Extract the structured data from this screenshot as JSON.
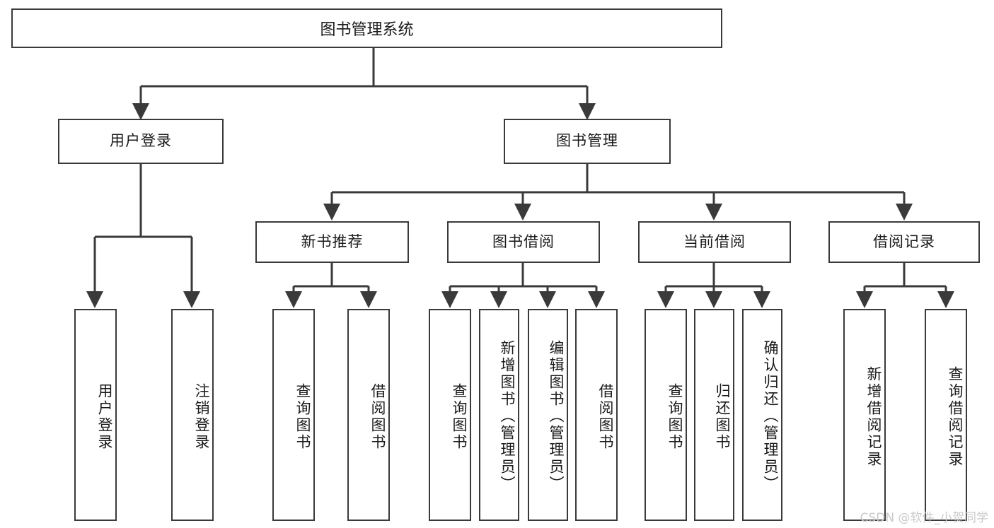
{
  "diagram": {
    "title": "图书管理系统",
    "watermark": "CSDN @软件_小贺同学",
    "line_color": "#3a3a3a",
    "text_color": "#1a1a1a",
    "background": "#ffffff",
    "watermark_color": "#c9c9c9"
  },
  "nodes": {
    "root": {
      "label": "图书管理系统"
    },
    "level2": [
      {
        "label": "用户登录"
      },
      {
        "label": "图书管理"
      }
    ],
    "level3": [
      {
        "label": "新书推荐"
      },
      {
        "label": "图书借阅"
      },
      {
        "label": "当前借阅"
      },
      {
        "label": "借阅记录"
      }
    ],
    "leaves": {
      "user_login": [
        {
          "label": "用户登录"
        },
        {
          "label": "注销登录"
        }
      ],
      "new_book_recommend": [
        {
          "label": "查询图书"
        },
        {
          "label": "借阅图书"
        }
      ],
      "book_borrow": [
        {
          "label": "查询图书"
        },
        {
          "label": "新增图书（管理员）"
        },
        {
          "label": "编辑图书（管理员）"
        },
        {
          "label": "借阅图书"
        }
      ],
      "current_borrow": [
        {
          "label": "查询图书"
        },
        {
          "label": "归还图书"
        },
        {
          "label": "确认归还（管理员）"
        }
      ],
      "borrow_record": [
        {
          "label": "新增借阅记录"
        },
        {
          "label": "查询借阅记录"
        }
      ]
    }
  }
}
